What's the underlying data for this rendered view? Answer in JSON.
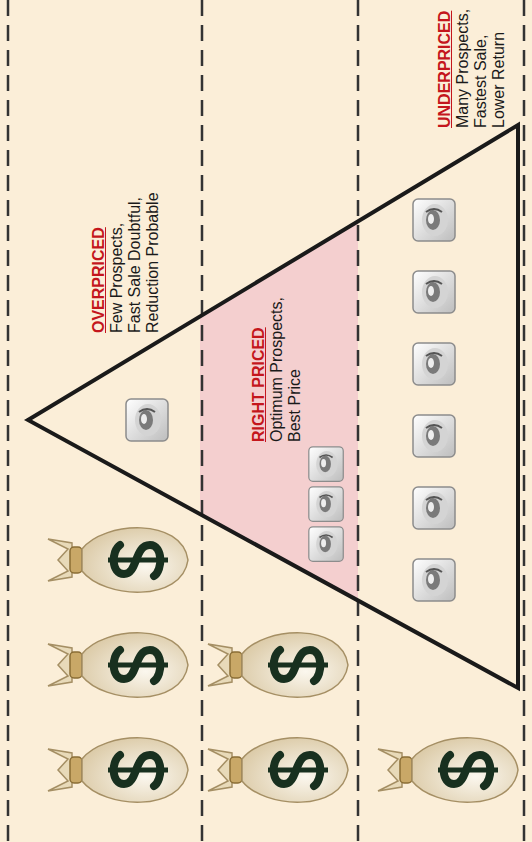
{
  "diagram": {
    "nodes": [
      {
        "text": [
          "OVERPRICED",
          "Few Prospects, Fast Sale Doubtful, Reduction Probable"
        ]
      },
      {
        "text": [
          "RIGHT PRICED",
          "Optimum Prospects, Best Price"
        ]
      },
      {
        "text": [
          "UNDERPRICED",
          "Many Prospects, Fastest Sale, Lower Return"
        ]
      }
    ]
  }
}
